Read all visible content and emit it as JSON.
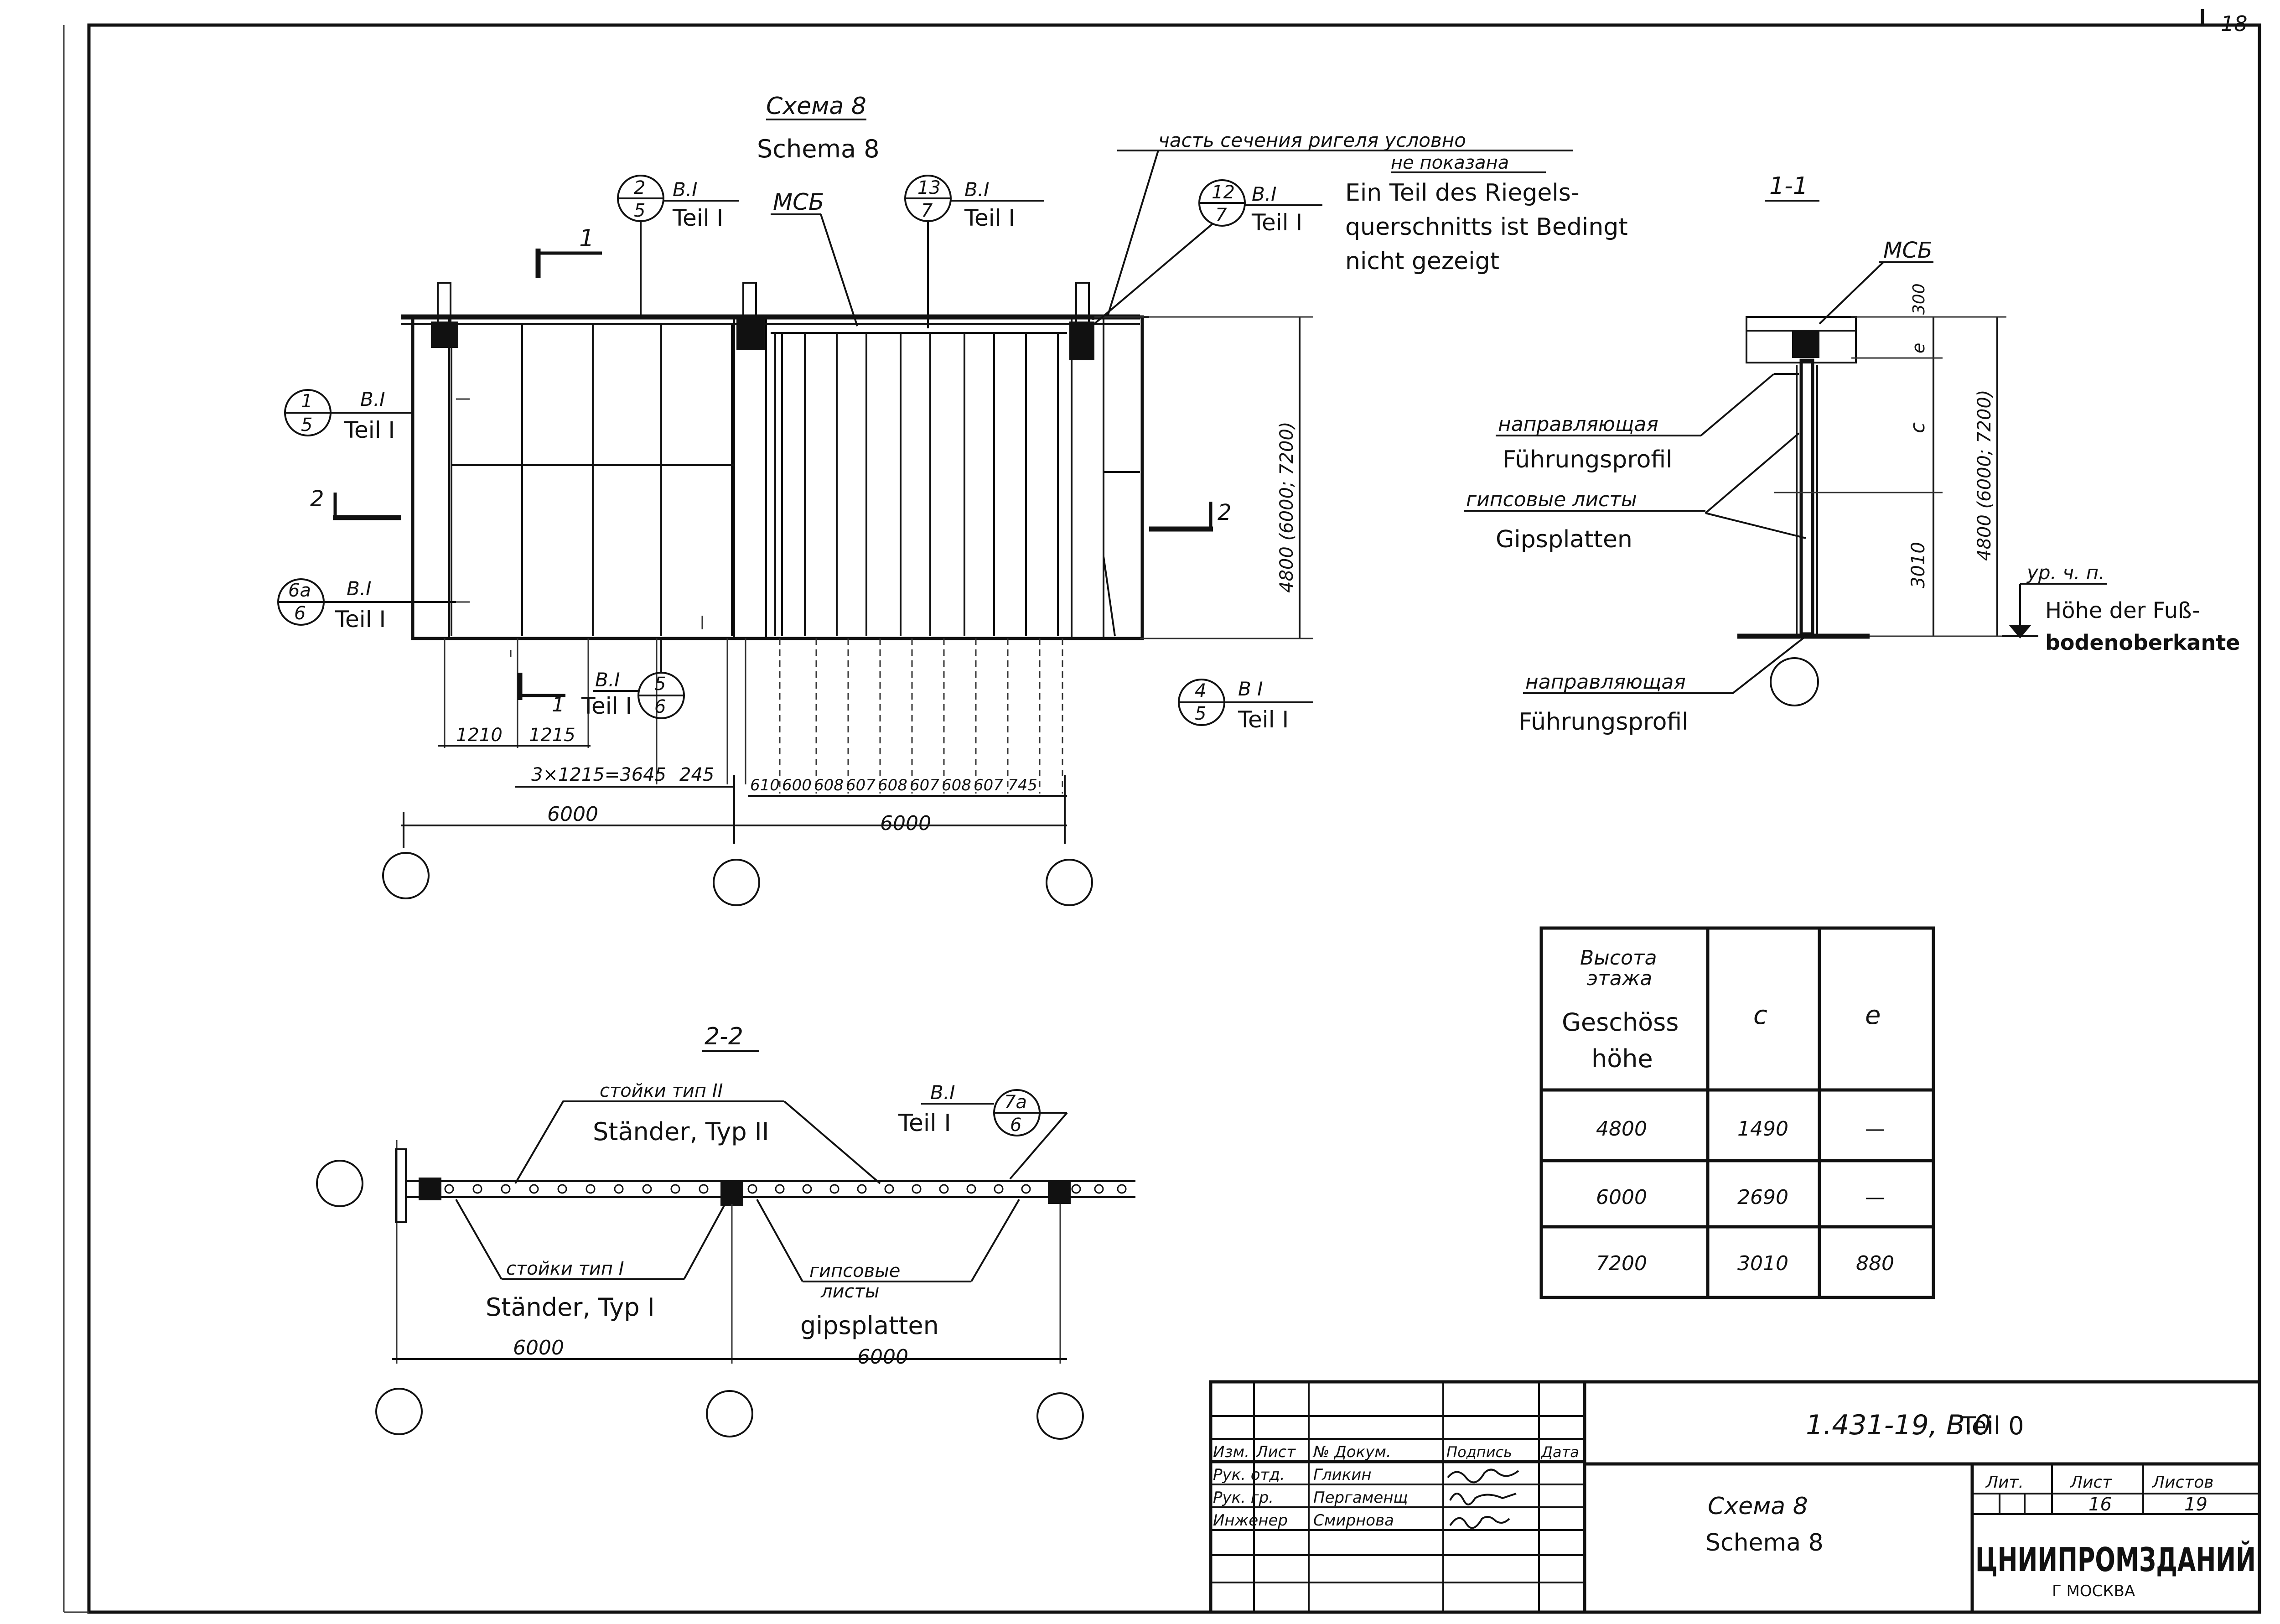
{
  "page_number": "18",
  "scheme_title": {
    "ru": "Схема 8",
    "de": "Schema 8"
  },
  "note": {
    "ru_1": "часть сечения ригеля условно",
    "ru_2": "не показана",
    "de_1": "Ein Teil des Riegels-",
    "de_2": "querschnitts ist Bedingt",
    "de_3": "nicht gezeigt"
  },
  "mcb": "МСБ",
  "callouts": {
    "c_2_5": {
      "top": "2",
      "bottom": "5",
      "label": "В.I",
      "teil": "Teil I"
    },
    "c_13_7": {
      "top": "13",
      "bottom": "7",
      "label": "В.I",
      "teil": "Teil I"
    },
    "c_12_7": {
      "top": "12",
      "bottom": "7",
      "label": "В.I",
      "teil": "Teil I"
    },
    "c_1_5": {
      "top": "1",
      "bottom": "5",
      "label": "В.I",
      "teil": "Teil I"
    },
    "c_6a_6": {
      "top": "6а",
      "bottom": "6",
      "label": "В.I",
      "teil": "Teil I"
    },
    "c_5_6": {
      "top": "5",
      "bottom": "6",
      "label": "В.I",
      "teil": "Teil I"
    },
    "c_4_5": {
      "top": "4",
      "bottom": "5",
      "label": "В I",
      "teil": "Teil I"
    },
    "c_7a_6": {
      "top": "7а",
      "bottom": "6",
      "label": "В.I",
      "teil": "Teil I"
    }
  },
  "section_marks": {
    "s1": "1",
    "s2": "2"
  },
  "plan_dims": {
    "d1210": "1210",
    "d1215": "1215",
    "d3x1215": "3×1215=3645",
    "d245": "245",
    "right_spacings": [
      "610",
      "600",
      "608",
      "607",
      "608",
      "607",
      "608",
      "607",
      "745"
    ],
    "span_left": "6000",
    "span_right": "6000",
    "height": "4800 (6000; 7200)"
  },
  "section_1_1": {
    "title": "1-1",
    "mcb": "МСБ",
    "guide_ru": "направляющая",
    "guide_de": "Führungsprofil",
    "gips_ru": "гипсовые листы",
    "gips_de": "Gipsplatten",
    "guide2_ru": "направляющая",
    "guide2_de": "Führungsprofil",
    "level_ru": "ур. ч. п.",
    "level_de_1": "Höhe der Fuß-",
    "level_de_2": "bodenoberkante",
    "dim_e": "e",
    "dim_300": "300",
    "dim_c": "c",
    "dim_3010": "3010",
    "dim_height": "4800 (6000; 7200)"
  },
  "section_2_2": {
    "title": "2-2",
    "studs2_ru": "стойки тип II",
    "studs2_de": "Ständer, Typ II",
    "studs1_ru": "стойки тип I",
    "studs1_de": "Ständer, Typ I",
    "gips_ru_1": "гипсовые",
    "gips_ru_2": "листы",
    "gips_de": "gipsplatten",
    "span_left": "6000",
    "span_right": "6000"
  },
  "height_table": {
    "headers": {
      "h_ru_1": "Высота",
      "h_ru_2": "этажа",
      "h_de_1": "Geschöss",
      "h_de_2": "höhe",
      "c": "c",
      "e": "e"
    },
    "rows": [
      {
        "h": "4800",
        "c": "1490",
        "e": "—"
      },
      {
        "h": "6000",
        "c": "2690",
        "e": "—"
      },
      {
        "h": "7200",
        "c": "3010",
        "e": "880"
      }
    ]
  },
  "title_block": {
    "code": "1.431-19, В.0",
    "teil": "Teil 0",
    "cols": {
      "izm": "Изм.",
      "list": "Лист",
      "doc": "№ Докум.",
      "sign": "Подпись",
      "date": "Дата"
    },
    "people": [
      {
        "role": "Рук. отд.",
        "name": "Гликин"
      },
      {
        "role": "Рук. гр.",
        "name": "Пергаменщ"
      },
      {
        "role": "Инженер",
        "name": "Смирнова"
      }
    ],
    "sheet_title_ru": "Схема 8",
    "sheet_title_de": "Schema 8",
    "lit_label": "Лит.",
    "sheet_label": "Лист",
    "sheets_label": "Листов",
    "sheet_no": "16",
    "sheets_total": "19",
    "org": "ЦНИИПРОМЗДАНИЙ",
    "city": "Г МОСКВА"
  }
}
